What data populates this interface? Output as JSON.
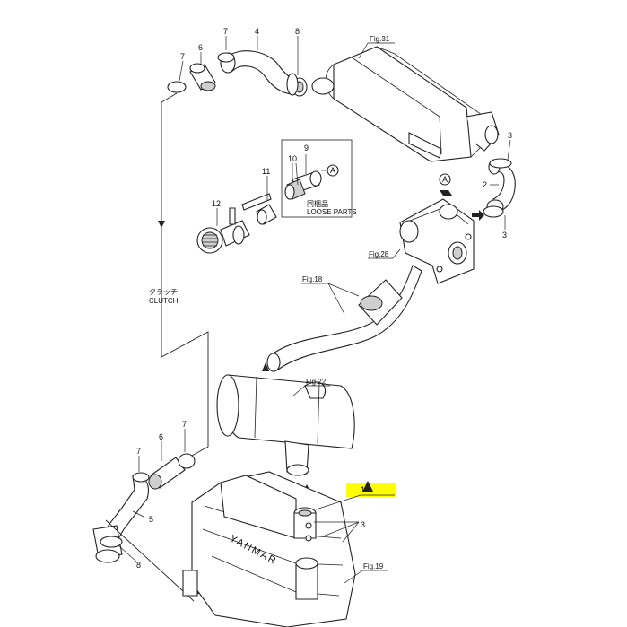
{
  "callouts": {
    "n1": "1",
    "n2": "2",
    "n3a": "3",
    "n3b": "3",
    "n3c": "3",
    "n4": "4",
    "n5": "5",
    "n6a": "6",
    "n6b": "6",
    "n7a": "7",
    "n7b": "7",
    "n7c": "7",
    "n7d": "7",
    "n8a": "8",
    "n8b": "8",
    "n9": "9",
    "n10": "10",
    "n11": "11",
    "n12": "12"
  },
  "figure_refs": {
    "fig31": "Fig.31",
    "fig28": "Fig.28",
    "fig18": "Fig.18",
    "fig22": "Fig.22",
    "fig19": "Fig.19"
  },
  "loose_parts": {
    "jp": "同梱品",
    "en": "LOOSE PARTS"
  },
  "clutch": {
    "jp": "クラッチ",
    "en": "CLUTCH"
  },
  "connector_a": {
    "top": "A",
    "bottom": "A"
  },
  "brand_mark": "YANMAR",
  "colors": {
    "highlight": "#ffff00",
    "line": "#222222",
    "shade": "#cfcfcf"
  }
}
